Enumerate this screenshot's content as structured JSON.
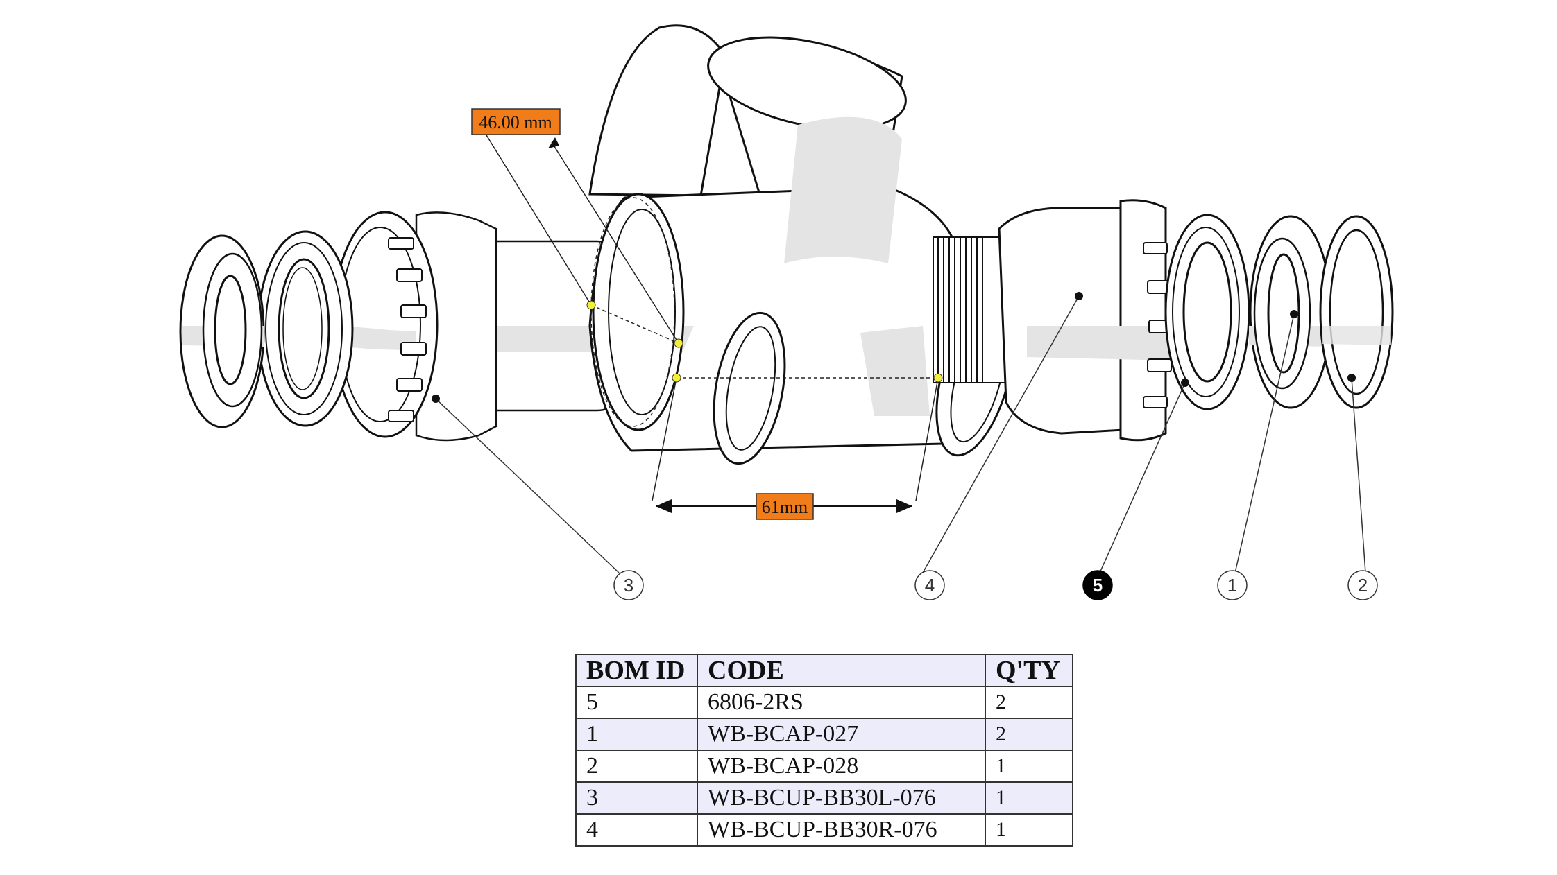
{
  "dimensions": {
    "angled": "46.00 mm",
    "horizontal": "61mm"
  },
  "callouts": [
    {
      "id": "3",
      "highlighted": false
    },
    {
      "id": "4",
      "highlighted": false
    },
    {
      "id": "5",
      "highlighted": true
    },
    {
      "id": "1",
      "highlighted": false
    },
    {
      "id": "2",
      "highlighted": false
    }
  ],
  "bom_table": {
    "headers": [
      "BOM ID",
      "CODE",
      "Q'TY"
    ],
    "rows": [
      {
        "id": "5",
        "code": "6806-2RS",
        "qty": "2"
      },
      {
        "id": "1",
        "code": "WB-BCAP-027",
        "qty": "2"
      },
      {
        "id": "2",
        "code": "WB-BCAP-028",
        "qty": "1"
      },
      {
        "id": "3",
        "code": "WB-BCUP-BB30L-076",
        "qty": "1"
      },
      {
        "id": "4",
        "code": "WB-BCUP-BB30R-076",
        "qty": "1"
      }
    ]
  },
  "colors": {
    "dimension_label_bg": "#f07d1a",
    "measure_point": "#f2ee3a",
    "shading": "#e4e4e4",
    "highlight_callout": "#000000"
  }
}
